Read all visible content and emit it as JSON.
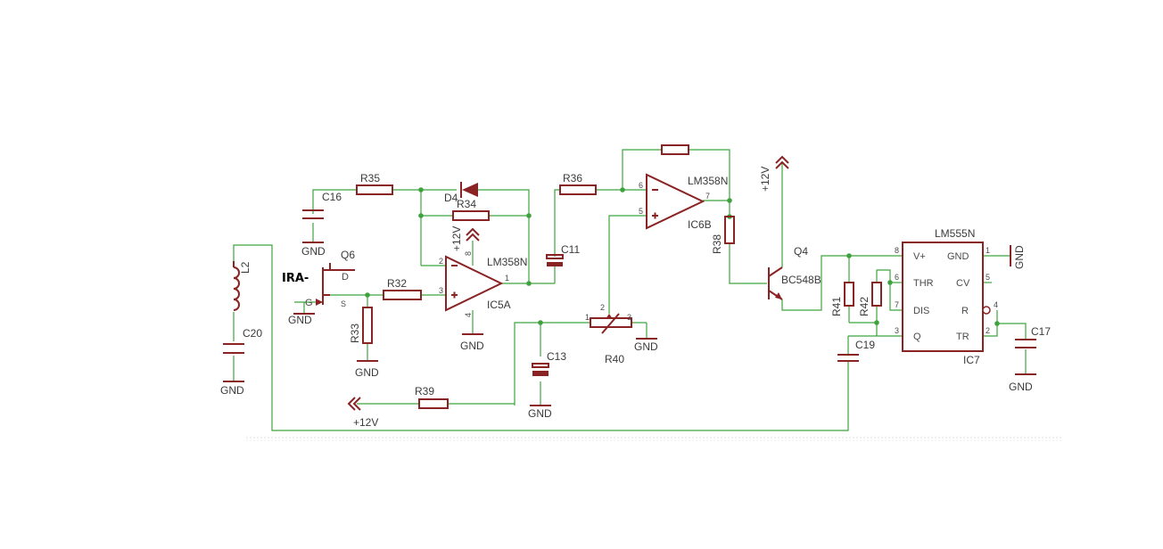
{
  "labels": {
    "r35": "R35",
    "c16": "C16",
    "gnd_c16": "GND",
    "d4": "D4",
    "r34": "R34",
    "r36": "R36",
    "lm358_top": "LM358N",
    "ic6b": "IC6B",
    "r38": "R38",
    "plus12_q4": "+12V",
    "q4": "Q4",
    "bc548b": "BC548B",
    "lm555n": "LM555N",
    "ic7": "IC7",
    "p555_vplus": "V+",
    "p555_gnd": "GND",
    "p555_thr": "THR",
    "p555_cv": "CV",
    "p555_dis": "DIS",
    "p555_r": "R",
    "p555_q": "Q",
    "p555_tr": "TR",
    "n555_8": "8",
    "n555_1": "1",
    "n555_6": "6",
    "n555_5": "5",
    "n555_7": "7",
    "n555_4": "4",
    "n555_3": "3",
    "n555_2": "2",
    "gnd_555": "GND",
    "c17": "C17",
    "gnd_c17": "GND",
    "r41": "R41",
    "r42": "R42",
    "c19": "C19",
    "l2": "L2",
    "c20": "C20",
    "gnd_c20": "GND",
    "ira": "IRA-",
    "q6": "Q6",
    "q6_d": "D",
    "q6_g": "G",
    "q6_s": "S",
    "gnd_q6": "GND",
    "r32": "R32",
    "r33": "R33",
    "gnd_r33": "GND",
    "plus12_ic5": "+12V",
    "lm358_mid": "LM358N",
    "ic5a": "IC5A",
    "gnd_ic5": "GND",
    "n5a_2": "2",
    "n5a_3": "3",
    "n5a_8": "8",
    "n5a_4": "4",
    "n5a_1": "1",
    "n6b_6": "6",
    "n6b_5": "5",
    "n6b_7": "7",
    "c11": "C11",
    "c13": "C13",
    "gnd_c13": "GND",
    "r40": "R40",
    "n40_1": "1",
    "n40_2": "2",
    "n40_3": "3",
    "gnd_r40": "GND",
    "r39": "R39",
    "plus12_bottom": "+12V"
  },
  "colors": {
    "wire": "#3ea33e",
    "component": "#8a2323",
    "text": "#3a3a3a"
  }
}
